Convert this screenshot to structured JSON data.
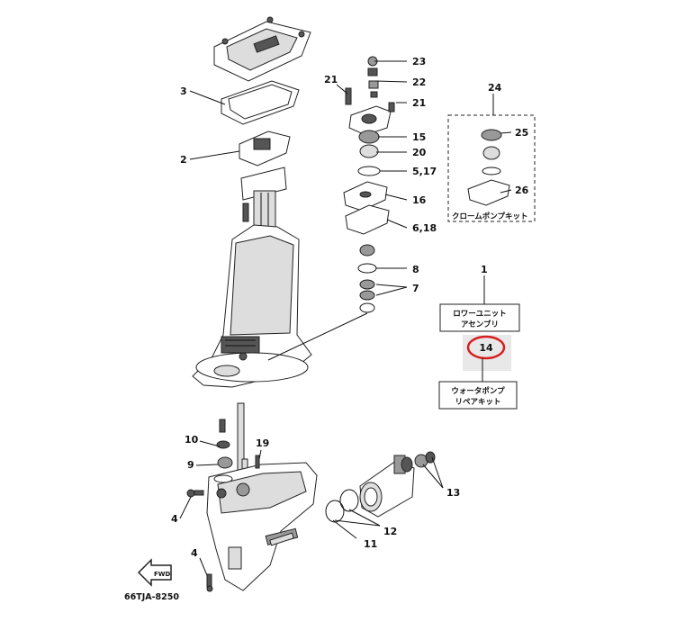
{
  "diagram": {
    "code": "66TJA-8250",
    "kit_chrome_pump": "クロームポンプキット",
    "box_lower_unit": {
      "num": "1",
      "line1": "ロワーユニット",
      "line2": "アセンブリ"
    },
    "box_water_pump": {
      "num": "14",
      "line1": "ウォータポンプ",
      "line2": "リペアキット"
    },
    "labels": {
      "l2": "2",
      "l3": "3",
      "l4a": "4",
      "l4b": "4",
      "l5_17": "5,17",
      "l6_18": "6,18",
      "l7": "7",
      "l8": "8",
      "l9": "9",
      "l10": "10",
      "l11": "11",
      "l12": "12",
      "l13": "13",
      "l15": "15",
      "l16": "16",
      "l19": "19",
      "l20": "20",
      "l21a": "21",
      "l21b": "21",
      "l22": "22",
      "l23": "23",
      "l24": "24",
      "l25": "25",
      "l26": "26"
    },
    "highlight_color": "#d62020",
    "fwd_icon": "fwd-arrow-icon"
  }
}
